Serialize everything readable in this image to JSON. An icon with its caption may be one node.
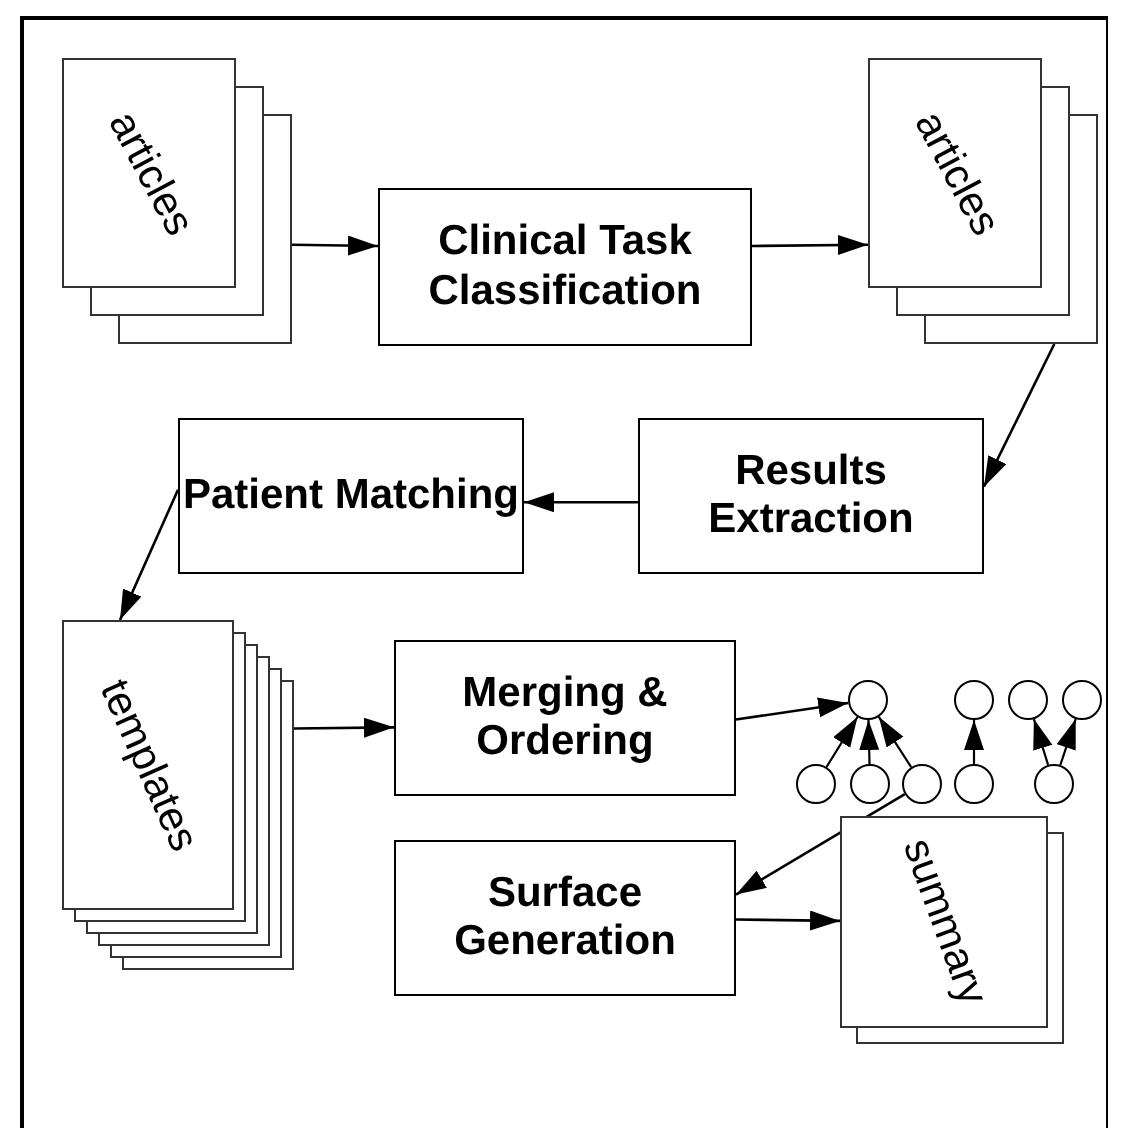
{
  "diagram": {
    "nodes": [
      {
        "text": [
          "articles"
        ]
      },
      {
        "text": [
          "Clinical Task Classification"
        ]
      },
      {
        "text": [
          "articles"
        ]
      },
      {
        "text": [
          "Patient Matching"
        ]
      },
      {
        "text": [
          "Results Extraction"
        ]
      },
      {
        "text": [
          "templates"
        ]
      },
      {
        "text": [
          "Merging & Ordering"
        ]
      },
      {
        "text": [],
        "shape": "circle"
      },
      {
        "text": [],
        "shape": "circle"
      },
      {
        "text": [],
        "shape": "circle"
      },
      {
        "text": [],
        "shape": "circle"
      },
      {
        "text": [],
        "shape": "circle"
      },
      {
        "text": [],
        "shape": "circle"
      },
      {
        "text": [],
        "shape": "circle"
      },
      {
        "text": [],
        "shape": "circle"
      },
      {
        "text": [],
        "shape": "circle"
      },
      {
        "text": [
          "Surface Generation"
        ]
      },
      {
        "text": [
          "summary"
        ]
      }
    ],
    "edges": [
      {
        "from": 0,
        "to": 1,
        "arrow": "to"
      },
      {
        "from": 1,
        "to": 2,
        "arrow": "to"
      },
      {
        "from": 2,
        "to": 4,
        "arrow": "to"
      },
      {
        "from": 4,
        "to": 3,
        "arrow": "to"
      },
      {
        "from": 3,
        "to": 5,
        "arrow": "to"
      },
      {
        "from": 5,
        "to": 6,
        "arrow": "to"
      },
      {
        "from": 6,
        "to": 7,
        "arrow": "to"
      },
      {
        "from": 11,
        "to": 7,
        "arrow": "to"
      },
      {
        "from": 12,
        "to": 7,
        "arrow": "to"
      },
      {
        "from": 13,
        "to": 7,
        "arrow": "to"
      },
      {
        "from": 14,
        "to": 8,
        "arrow": "to"
      },
      {
        "from": 15,
        "to": 9,
        "arrow": "to"
      },
      {
        "from": 15,
        "to": 10,
        "arrow": "to"
      },
      {
        "from": 13,
        "to": 16,
        "arrow": "to"
      },
      {
        "from": 16,
        "to": 17,
        "arrow": "to"
      }
    ]
  }
}
